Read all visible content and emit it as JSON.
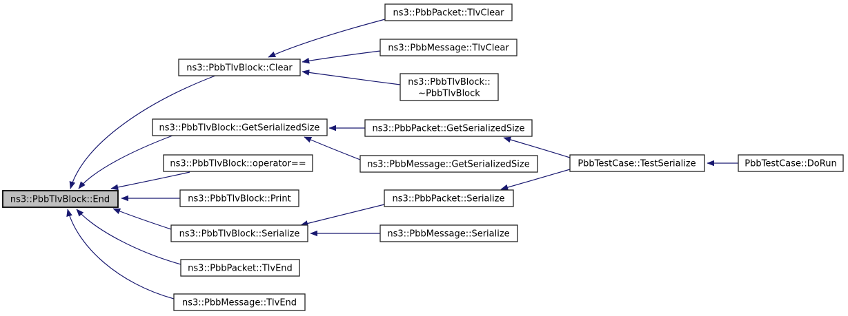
{
  "graph": {
    "kind": "doxygen-caller-graph",
    "colors": {
      "edge": "#191970",
      "node_fill": "#ffffff",
      "node_border": "#242424",
      "highlight_fill": "#bfbfbf",
      "text": "#000000"
    },
    "nodes": {
      "end": {
        "label": "ns3::PbbTlvBlock::End",
        "highlighted": true
      },
      "clear": {
        "label": "ns3::PbbTlvBlock::Clear"
      },
      "packet_tlv_clear": {
        "label": "ns3::PbbPacket::TlvClear"
      },
      "message_tlv_clear": {
        "label": "ns3::PbbMessage::TlvClear"
      },
      "tlvblock_destructor": {
        "lines": [
          "ns3::PbbTlvBlock::",
          "~PbbTlvBlock"
        ]
      },
      "tlv_get_serialized_size": {
        "label": "ns3::PbbTlvBlock::GetSerializedSize"
      },
      "packet_get_serialized_size": {
        "label": "ns3::PbbPacket::GetSerializedSize"
      },
      "message_get_serialized_size": {
        "label": "ns3::PbbMessage::GetSerializedSize"
      },
      "operator_eq": {
        "label": "ns3::PbbTlvBlock::operator=="
      },
      "print": {
        "label": "ns3::PbbTlvBlock::Print"
      },
      "packet_serialize": {
        "label": "ns3::PbbPacket::Serialize"
      },
      "tlv_serialize": {
        "label": "ns3::PbbTlvBlock::Serialize"
      },
      "message_serialize": {
        "label": "ns3::PbbMessage::Serialize"
      },
      "test_serialize": {
        "label": "PbbTestCase::TestSerialize"
      },
      "do_run": {
        "label": "PbbTestCase::DoRun"
      },
      "packet_tlv_end": {
        "label": "ns3::PbbPacket::TlvEnd"
      },
      "message_tlv_end": {
        "label": "ns3::PbbMessage::TlvEnd"
      }
    },
    "edges": [
      {
        "from": "clear",
        "to": "end"
      },
      {
        "from": "tlv_get_serialized_size",
        "to": "end"
      },
      {
        "from": "operator_eq",
        "to": "end"
      },
      {
        "from": "print",
        "to": "end"
      },
      {
        "from": "tlv_serialize",
        "to": "end"
      },
      {
        "from": "packet_tlv_end",
        "to": "end"
      },
      {
        "from": "message_tlv_end",
        "to": "end"
      },
      {
        "from": "packet_tlv_clear",
        "to": "clear"
      },
      {
        "from": "message_tlv_clear",
        "to": "clear"
      },
      {
        "from": "tlvblock_destructor",
        "to": "clear"
      },
      {
        "from": "packet_get_serialized_size",
        "to": "tlv_get_serialized_size"
      },
      {
        "from": "message_get_serialized_size",
        "to": "tlv_get_serialized_size"
      },
      {
        "from": "test_serialize",
        "to": "packet_get_serialized_size"
      },
      {
        "from": "test_serialize",
        "to": "packet_serialize"
      },
      {
        "from": "packet_serialize",
        "to": "tlv_serialize"
      },
      {
        "from": "message_serialize",
        "to": "tlv_serialize"
      },
      {
        "from": "do_run",
        "to": "test_serialize"
      }
    ]
  }
}
